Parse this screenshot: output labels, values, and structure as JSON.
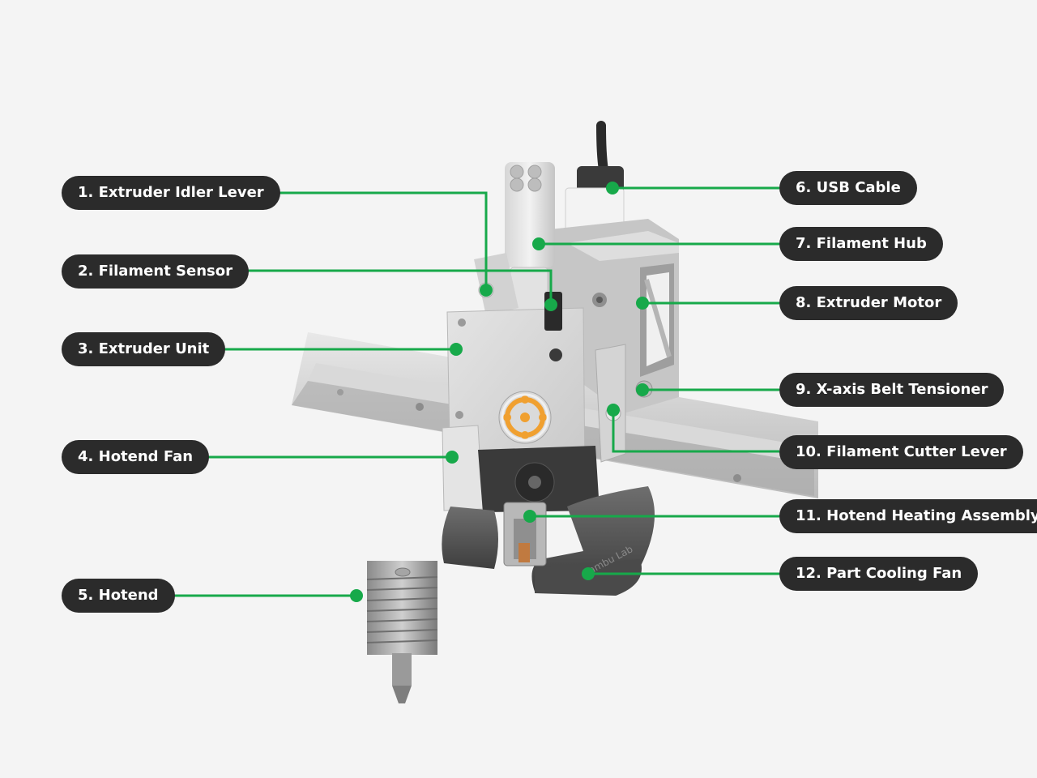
{
  "accent_color": "#17a94a",
  "labels": [
    "1. Extruder Idler Lever",
    "2. Filament Sensor",
    "3. Extruder Unit",
    "4. Hotend Fan",
    "5. Hotend",
    "6. USB Cable",
    "7. Filament Hub",
    "8. Extruder Motor",
    "9. X-axis Belt Tensioner",
    "10. Filament Cutter Lever",
    "11. Hotend Heating Assembly",
    "12. Part Cooling Fan"
  ],
  "logo_text": "Bambu Lab"
}
